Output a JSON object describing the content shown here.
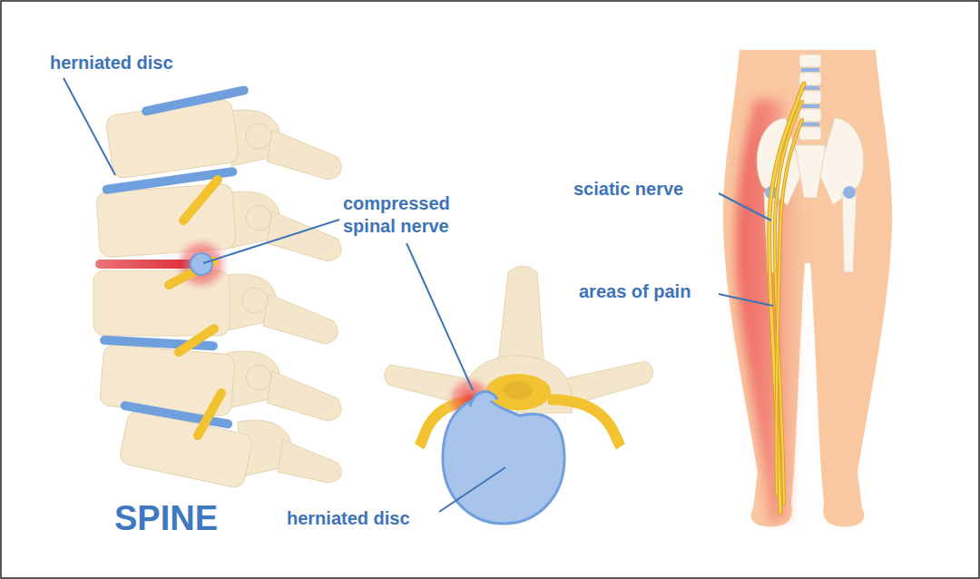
{
  "diagram": {
    "labels": [
      "herniated disc",
      "compressed spinal nerve",
      "sciatic nerve",
      "areas of pain",
      "SPINE",
      "herniated disc"
    ]
  }
}
